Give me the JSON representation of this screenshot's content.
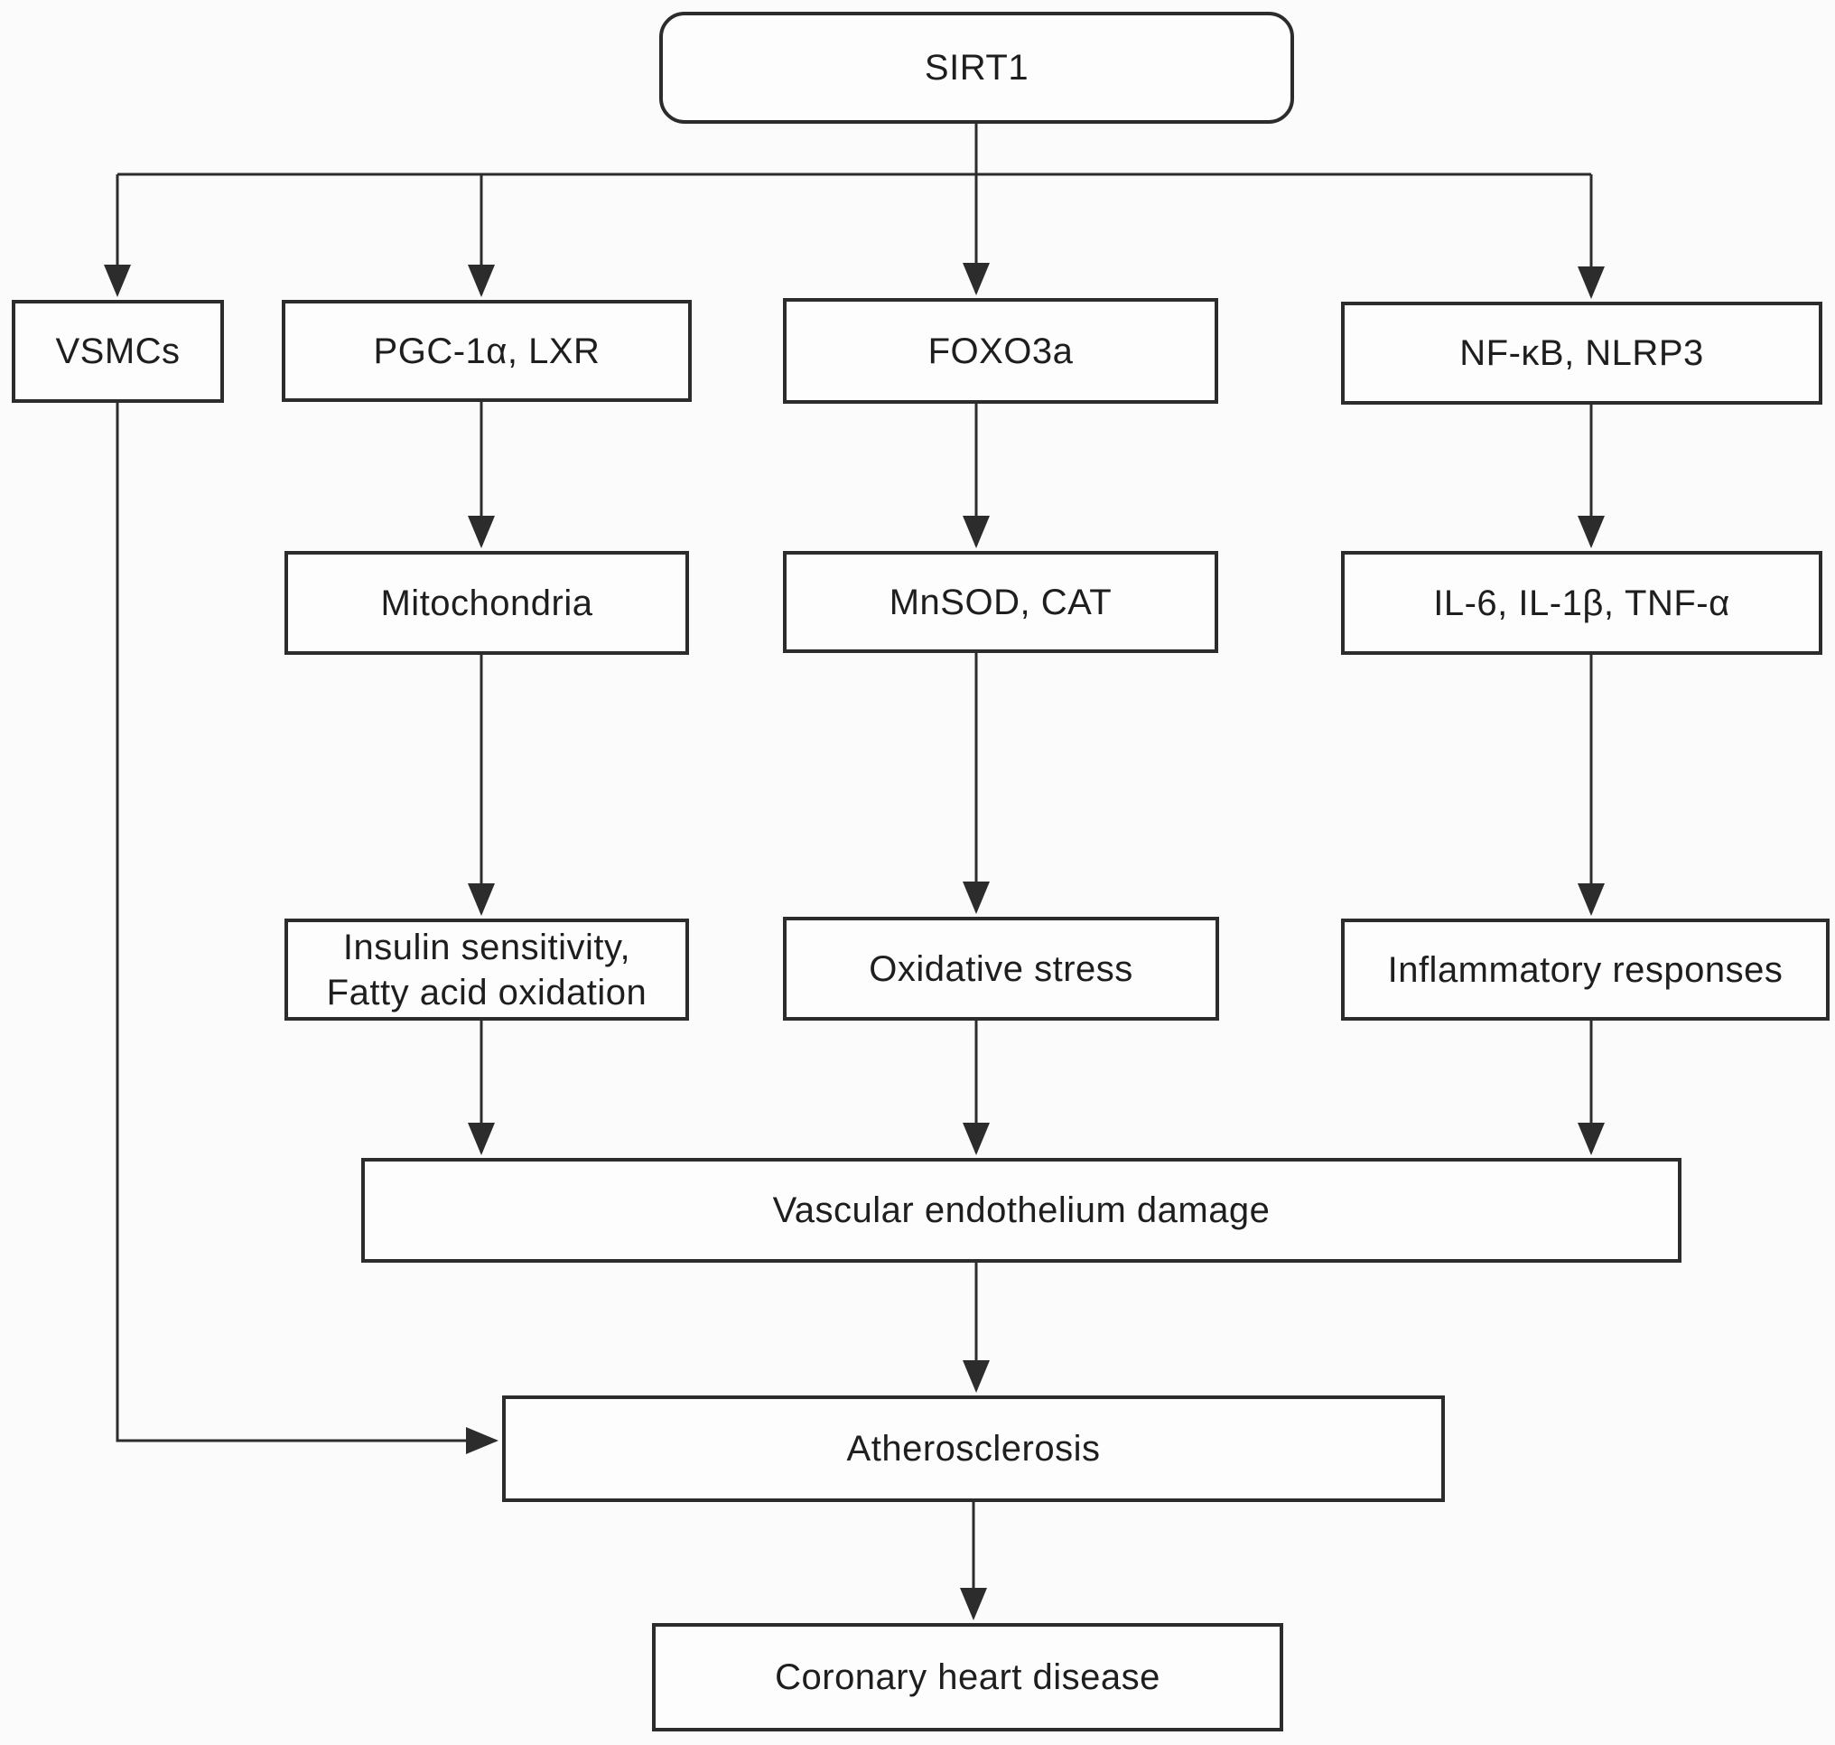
{
  "figure": {
    "type": "flowchart"
  },
  "colors": {
    "background": "#fbfbfb",
    "line": "#2c2c2c",
    "box_border": "#2c2c2c",
    "box_fill": "#fdfdfd",
    "text": "#1e1e1e"
  },
  "nodes": {
    "sirt1": {
      "label": "SIRT1"
    },
    "vsmcs": {
      "label": "VSMCs"
    },
    "pgc_lxr": {
      "label": "PGC-1α, LXR"
    },
    "foxo3a": {
      "label": "FOXO3a"
    },
    "nfkb_nlrp3": {
      "label": "NF-κB, NLRP3"
    },
    "mitochondria": {
      "label": "Mitochondria"
    },
    "mnsod_cat": {
      "label": "MnSOD, CAT"
    },
    "il6_il1b_tnfa": {
      "label": "IL-6, IL-1β, TNF-α"
    },
    "insulin_fatty_acid": {
      "line1": "Insulin sensitivity,",
      "line2": "Fatty acid oxidation"
    },
    "oxidative_stress": {
      "label": "Oxidative stress"
    },
    "inflammatory_responses": {
      "label": "Inflammatory responses"
    },
    "vascular_damage": {
      "label": "Vascular endothelium damage"
    },
    "atherosclerosis": {
      "label": "Atherosclerosis"
    },
    "coronary_heart_disease": {
      "label": "Coronary heart disease"
    }
  },
  "edges": [
    {
      "from": "sirt1",
      "to": "vsmcs"
    },
    {
      "from": "sirt1",
      "to": "pgc_lxr"
    },
    {
      "from": "sirt1",
      "to": "foxo3a"
    },
    {
      "from": "sirt1",
      "to": "nfkb_nlrp3"
    },
    {
      "from": "pgc_lxr",
      "to": "mitochondria"
    },
    {
      "from": "mitochondria",
      "to": "insulin_fatty_acid"
    },
    {
      "from": "insulin_fatty_acid",
      "to": "vascular_damage"
    },
    {
      "from": "foxo3a",
      "to": "mnsod_cat"
    },
    {
      "from": "mnsod_cat",
      "to": "oxidative_stress"
    },
    {
      "from": "oxidative_stress",
      "to": "vascular_damage"
    },
    {
      "from": "nfkb_nlrp3",
      "to": "il6_il1b_tnfa"
    },
    {
      "from": "il6_il1b_tnfa",
      "to": "inflammatory_responses"
    },
    {
      "from": "inflammatory_responses",
      "to": "vascular_damage"
    },
    {
      "from": "vascular_damage",
      "to": "atherosclerosis"
    },
    {
      "from": "vsmcs",
      "to": "atherosclerosis"
    },
    {
      "from": "atherosclerosis",
      "to": "coronary_heart_disease"
    }
  ]
}
